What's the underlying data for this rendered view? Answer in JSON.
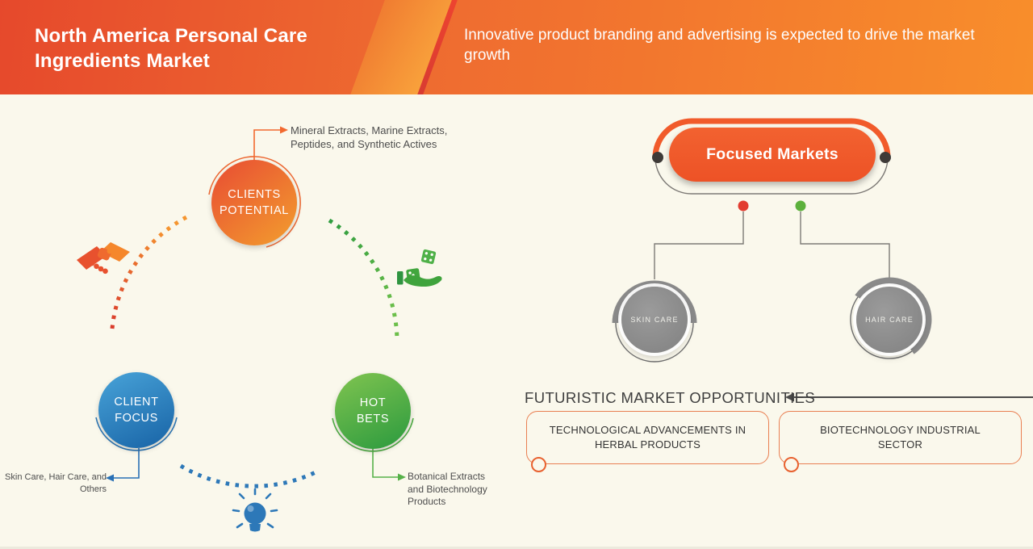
{
  "header": {
    "title": "North America Personal Care Ingredients Market",
    "subtitle": "Innovative product branding and advertising is expected to drive the market growth"
  },
  "cycle": {
    "nodes": [
      {
        "label": "CLIENTS POTENTIAL",
        "annotation": "Mineral Extracts, Marine Extracts, Peptides, and Synthetic Actives",
        "color": "#ee5a2f"
      },
      {
        "label": "CLIENT FOCUS",
        "annotation": "Skin Care, Hair Care, and Others",
        "color": "#2d77b6"
      },
      {
        "label": "HOT BETS",
        "annotation": "Botanical Extracts and Biotechnology Products",
        "color": "#4fae44"
      }
    ],
    "icons": [
      "handshake-icon",
      "dice-hand-icon",
      "lightbulb-icon"
    ]
  },
  "focused": {
    "title": "Focused Markets",
    "markets": [
      {
        "label": "SKIN CARE"
      },
      {
        "label": "HAIR CARE"
      }
    ]
  },
  "opportunities": {
    "heading": "FUTURISTIC MARKET OPPORTUNITIES",
    "items": [
      "TECHNOLOGICAL ADVANCEMENTS IN HERBAL PRODUCTS",
      "BIOTECHNOLOGY INDUSTRIAL SECTOR"
    ]
  },
  "colors": {
    "header_left": "#e6492c",
    "header_right": "#f88e2b",
    "background": "#faf8ec",
    "accent_orange": "#f15b2b",
    "blue": "#2d78b8",
    "green": "#4fae44",
    "gray_circle": "#8a8a8a",
    "red_dot": "#e23c30",
    "green_dot": "#5cb13c"
  }
}
